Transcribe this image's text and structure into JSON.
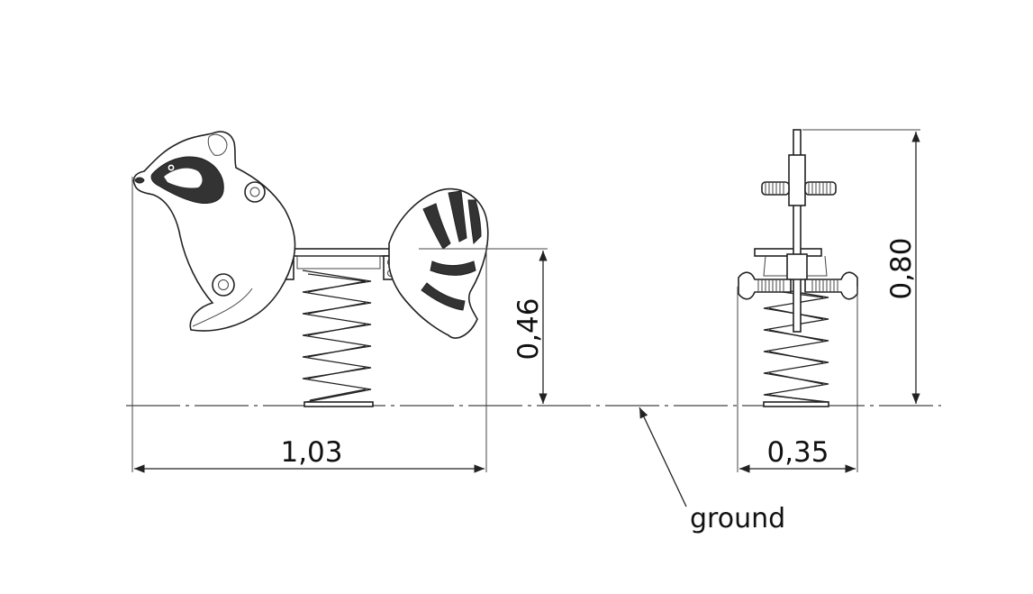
{
  "dimensions": {
    "width_side": "1,03",
    "height_seat": "0,46",
    "width_front": "0,35",
    "height_total": "0,80"
  },
  "labels": {
    "ground": "ground"
  },
  "colors": {
    "line": "#222222",
    "background": "#ffffff"
  }
}
